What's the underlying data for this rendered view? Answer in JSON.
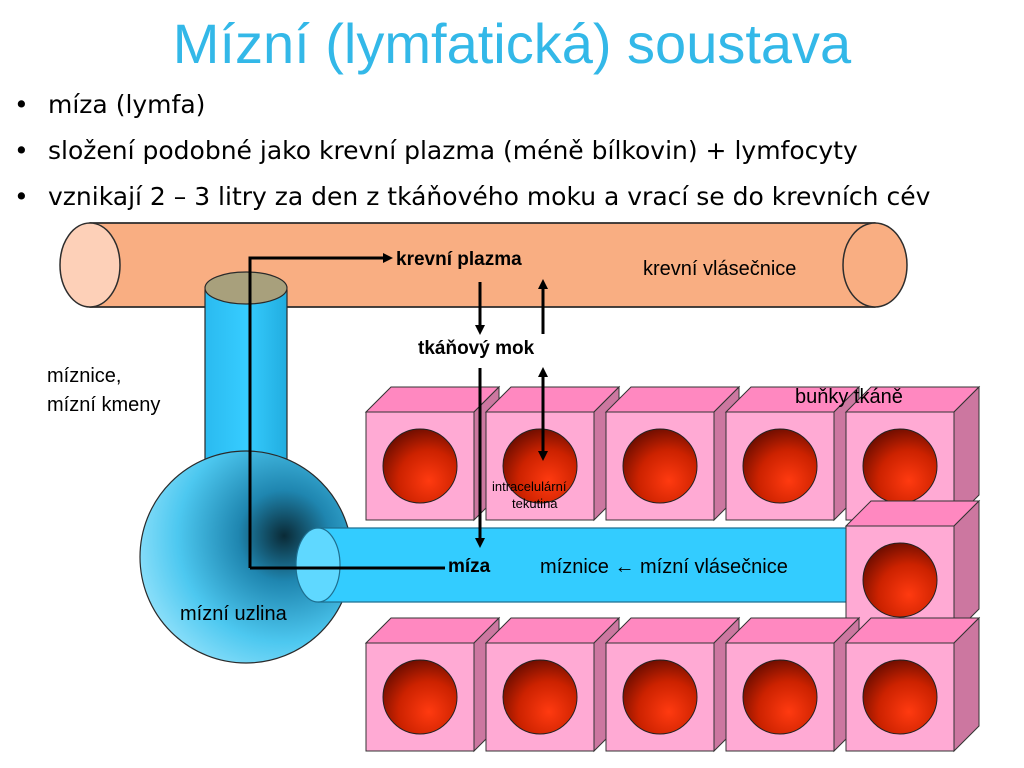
{
  "title": "Mízní (lymfatická) soustava",
  "bullets": [
    "míza (lymfa)",
    "složení podobné jako krevní plazma (méně bílkovin) + lymfocyty",
    "vznikají 2 – 3 litry za den z tkáňového moku a vrací se do krevních cév"
  ],
  "bullet_symbol": "•",
  "labels": {
    "krevni_plazma": "krevní plazma",
    "krevni_vlasecnice": "krevní vlásečnice",
    "tkanovy_mok": "tkáňový mok",
    "miznice_line1": "míznice,",
    "miznice_line2": "mízní kmeny",
    "bunky_tkane": "buňky tkáně",
    "intracelularni_line1": "intracelulární",
    "intracelularni_line2": "tekutina",
    "miza": "míza",
    "miznice_vlasecnice": "míznice ← mízní vlásečnice",
    "mizni_uzlina": "mízní uzlina"
  },
  "colors": {
    "title": "#33b8e8",
    "blood_capillary": "#f9ae82",
    "lymph_vessel": "#33ccff",
    "cell_front": "#ffaad4",
    "cell_top": "#ff88c0",
    "cell_side": "#cc77a0",
    "nucleus": "#cc2200"
  }
}
